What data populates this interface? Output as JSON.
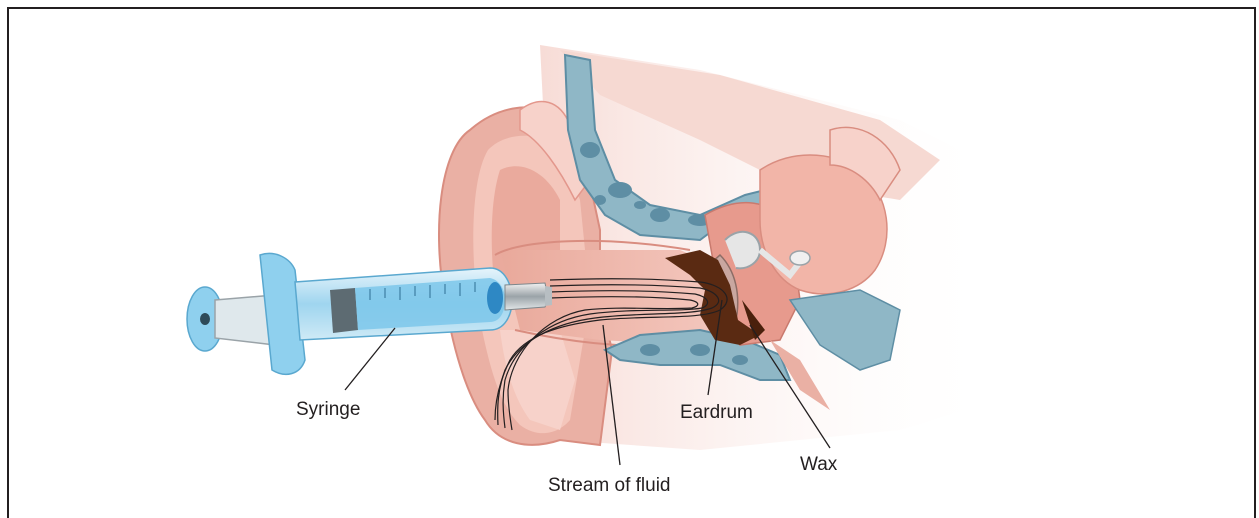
{
  "labels": {
    "syringe": "Syringe",
    "eardrum": "Eardrum",
    "wax": "Wax",
    "stream": "Stream of fluid"
  },
  "colors": {
    "frame": "#231f20",
    "skin": "#f2c1b4",
    "skin_dark": "#e3978c",
    "bone": "#8fb7c6",
    "bone_holes": "#5e8ea4",
    "wax": "#5a2a12",
    "syringe_barrel": "#bfe0f1",
    "syringe_fluid": "#7cc7ea",
    "plunger": "#8fd0ee"
  }
}
